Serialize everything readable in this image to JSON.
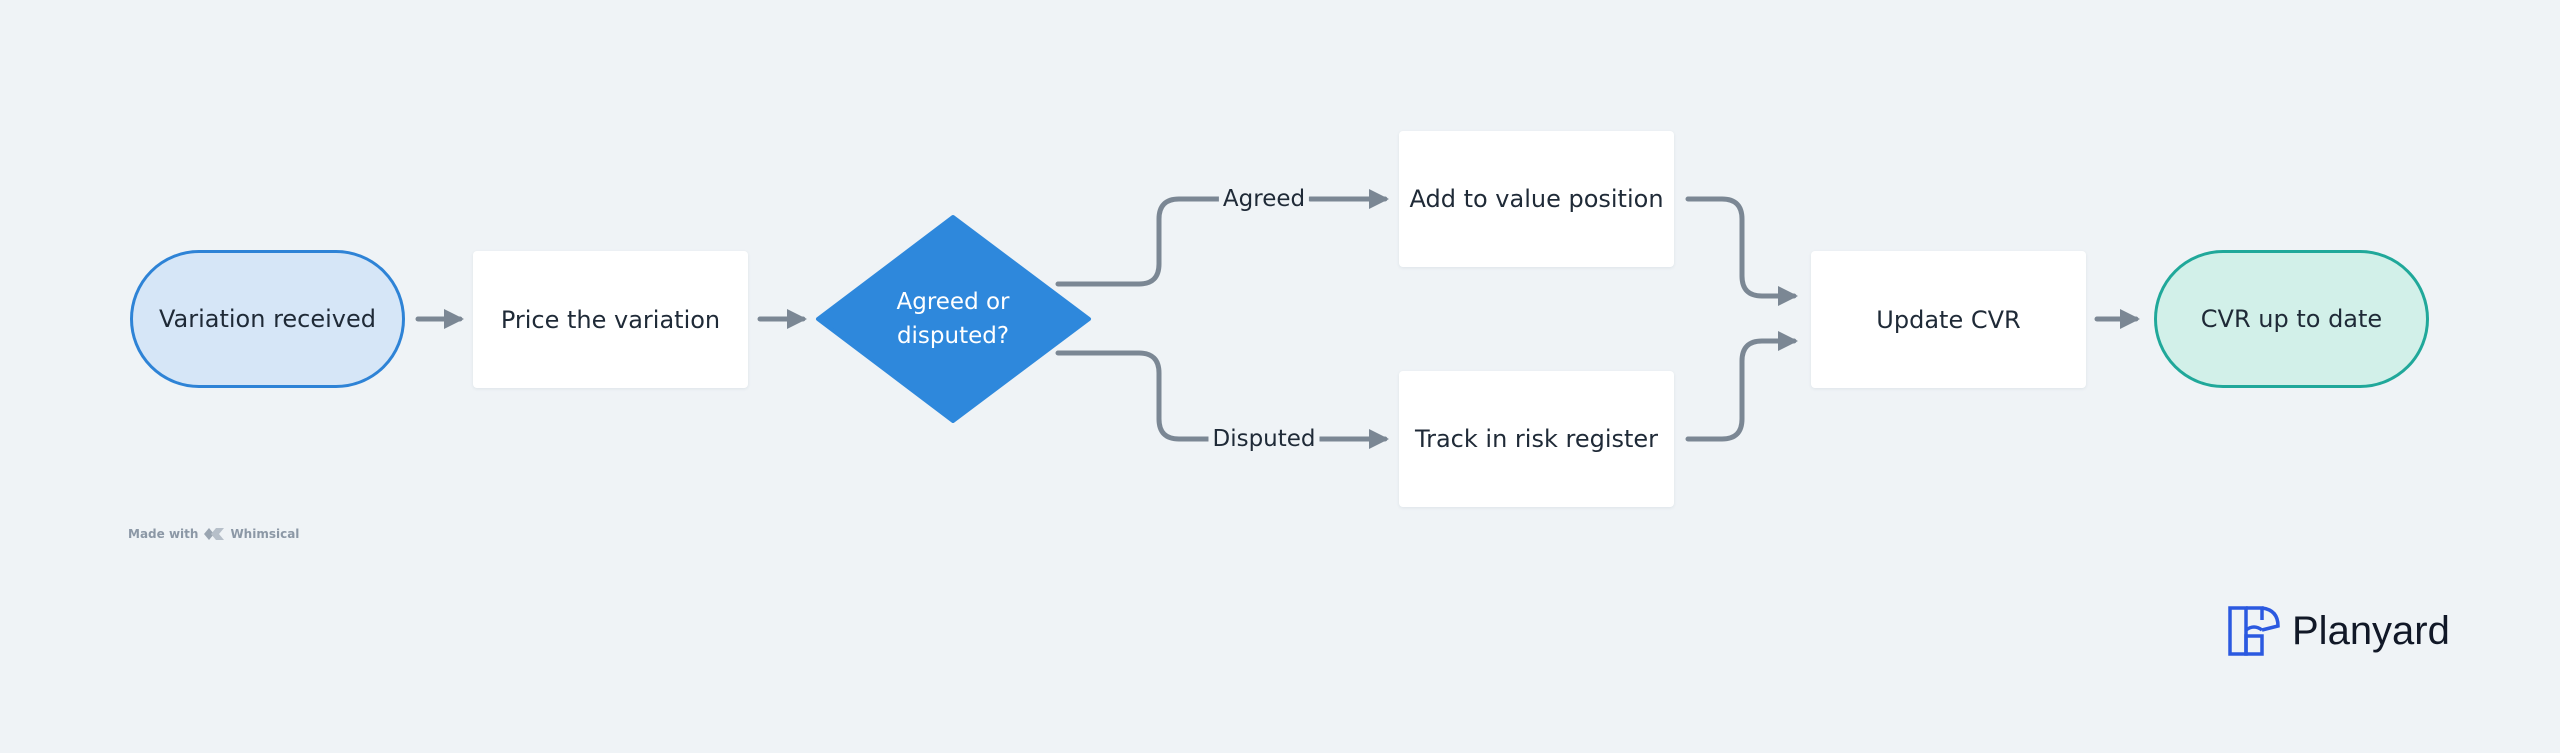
{
  "colors": {
    "background": "#eff3f6",
    "connector": "#7b8794",
    "decision_fill": "#2e88dc",
    "start_fill": "#d6e6f7",
    "start_border": "#2e83d6",
    "end_fill": "#d2f0e9",
    "end_border": "#20a89a",
    "brand_icon": "#2b59e0"
  },
  "nodes": {
    "start": "Variation received",
    "price": "Price the variation",
    "decision_line1": "Agreed or",
    "decision_line2": "disputed?",
    "add_value": "Add to value position",
    "track_risk": "Track in risk register",
    "update_cvr": "Update CVR",
    "end": "CVR up to date"
  },
  "edges": {
    "agreed": "Agreed",
    "disputed": "Disputed"
  },
  "footer": {
    "made_with": "Made with",
    "tool": "Whimsical",
    "tool_icon": "whimsical-logo-icon",
    "brand_icon": "planyard-logo-icon",
    "brand_name": "Planyard"
  }
}
